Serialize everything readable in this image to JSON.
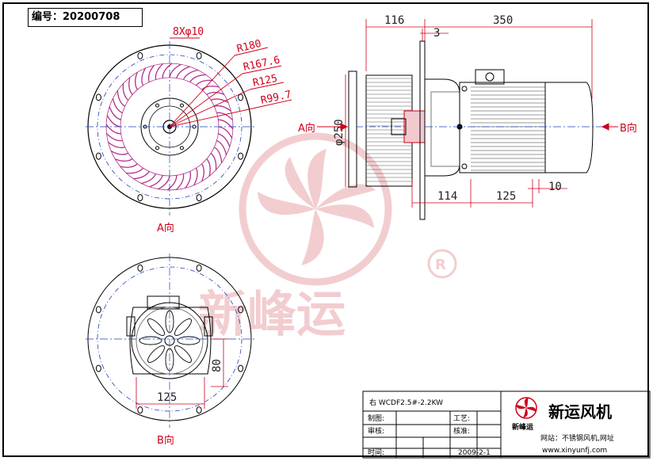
{
  "document": {
    "doc_no": "编号：20200708"
  },
  "front_view": {
    "hole_callout": "8Xφ10",
    "radii": [
      "R180",
      "R167.6",
      "R125",
      "R99.7"
    ],
    "view_label": "A向"
  },
  "side_view": {
    "dim_top_left": "116",
    "dim_top_right": "350",
    "dim_small": "3",
    "dim_diameter": "φ250",
    "dim_bottom_left": "114",
    "dim_bottom_mid": "125",
    "dim_bottom_right": "10",
    "view_a": "A向",
    "view_b": "B向"
  },
  "rear_view": {
    "dim_width": "125",
    "dim_height": "80",
    "view_label": "B向"
  },
  "watermark": {
    "text": "新峰运",
    "registered": "®"
  },
  "title_block": {
    "model": "右 WCDF2.5#-2.2KW",
    "row1_label": "制图:",
    "row2_label": "审核:",
    "row3_label": "时间:",
    "craft_label": "工艺:",
    "check_label": "核准:",
    "date": "2009-2-1",
    "company": "新运风机",
    "logo_text": "新峰运",
    "website": "网站：不锈钢风机,网址",
    "url": "www.xinyunfj.com"
  },
  "colors": {
    "line": "#000000",
    "dimension": "#d0001b",
    "centerline": "#1f3fbf",
    "impeller": "#b0308a",
    "watermark": "#e8a6aa"
  }
}
